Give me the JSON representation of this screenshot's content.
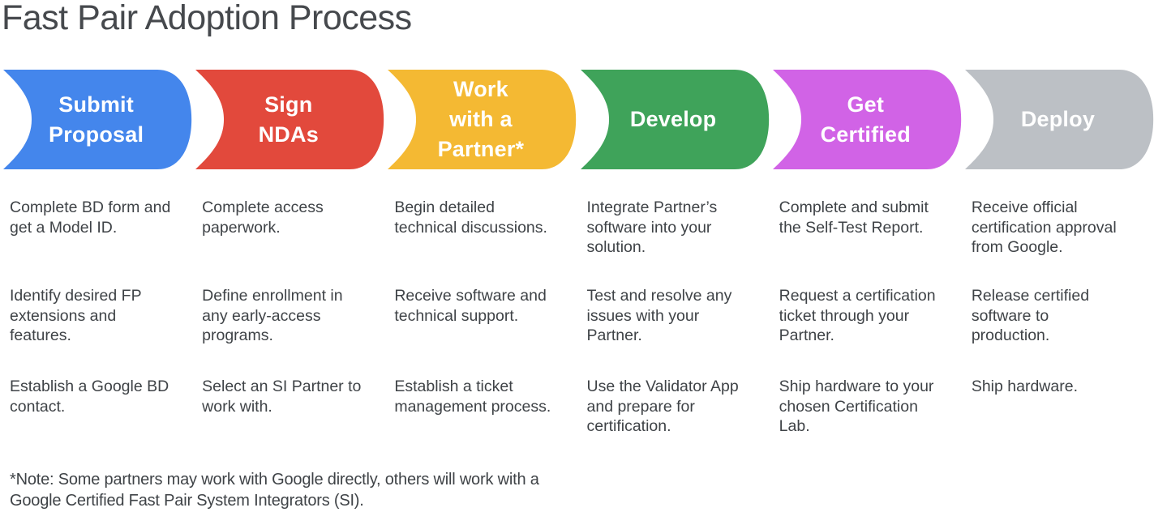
{
  "title": "Fast Pair Adoption Process",
  "colors": {
    "background": "#ffffff",
    "title_text": "#46494d",
    "body_text": "#3f4347",
    "label_text": "#ffffff",
    "blue": "#4486ec",
    "red": "#e2493c",
    "yellow": "#f4b933",
    "green": "#3fa35a",
    "magenta": "#d163e6",
    "gray": "#bcc0c5"
  },
  "steps": [
    {
      "label": "Submit\nProposal",
      "color": "#4486ec",
      "items": [
        "Complete BD form and\nget a Model ID.",
        "Identify desired FP\nextensions and\nfeatures.",
        "Establish a Google BD\ncontact."
      ]
    },
    {
      "label": "Sign\nNDAs",
      "color": "#e2493c",
      "items": [
        "Complete access\npaperwork.",
        "Define enrollment in\nany early-access\nprograms.",
        "Select an SI Partner to\nwork with."
      ]
    },
    {
      "label": "Work\nwith a\nPartner*",
      "color": "#f4b933",
      "items": [
        "Begin detailed\ntechnical discussions.",
        "Receive software and\ntechnical support.",
        "Establish a ticket\nmanagement process."
      ]
    },
    {
      "label": "Develop",
      "color": "#3fa35a",
      "items": [
        "Integrate Partner’s\nsoftware into your\nsolution.",
        "Test and resolve any\nissues with your\nPartner.",
        "Use the Validator App\nand prepare for\ncertification."
      ]
    },
    {
      "label": "Get\nCertified",
      "color": "#d163e6",
      "items": [
        "Complete and submit\nthe Self-Test Report.",
        "Request a certification\nticket through your\nPartner.",
        "Ship hardware to your\nchosen Certification\nLab."
      ]
    },
    {
      "label": "Deploy",
      "color": "#bcc0c5",
      "items": [
        "Receive official\ncertification approval\nfrom Google.",
        "Release certified\nsoftware to\nproduction.",
        "Ship hardware."
      ]
    }
  ],
  "footnote": "*Note: Some partners may work with Google directly, others will work with a\nGoogle Certified Fast Pair System Integrators (SI)."
}
